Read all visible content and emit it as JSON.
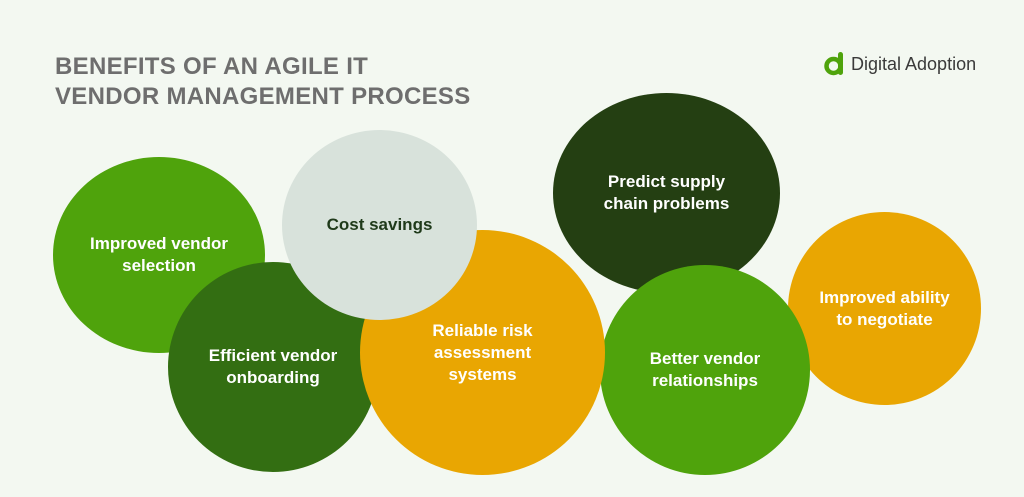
{
  "header": {
    "title_line1": "BENEFITS OF AN AGILE IT",
    "title_line2": "VENDOR MANAGEMENT PROCESS"
  },
  "brand": {
    "name": "Digital Adoption",
    "icon": "digital-adoption-logo-icon",
    "icon_color": "#4fa30c"
  },
  "bubbles": {
    "vendor_selection": "Improved vendor selection",
    "vendor_onboarding": "Efficient vendor onboarding",
    "cost_savings": "Cost savings",
    "risk_assessment": "Reliable risk assessment systems",
    "supply_chain": "Predict supply chain problems",
    "vendor_relationships": "Better vendor relationships",
    "negotiation": "Improved ability to negotiate"
  },
  "colors": {
    "background": "#f3f8f1",
    "bright_green": "#4fa30c",
    "mid_green": "#336e12",
    "dark_green": "#243f12",
    "gold": "#e9a602",
    "pale_grey_green": "#d8e2db",
    "title_grey": "#6e6e6e"
  }
}
